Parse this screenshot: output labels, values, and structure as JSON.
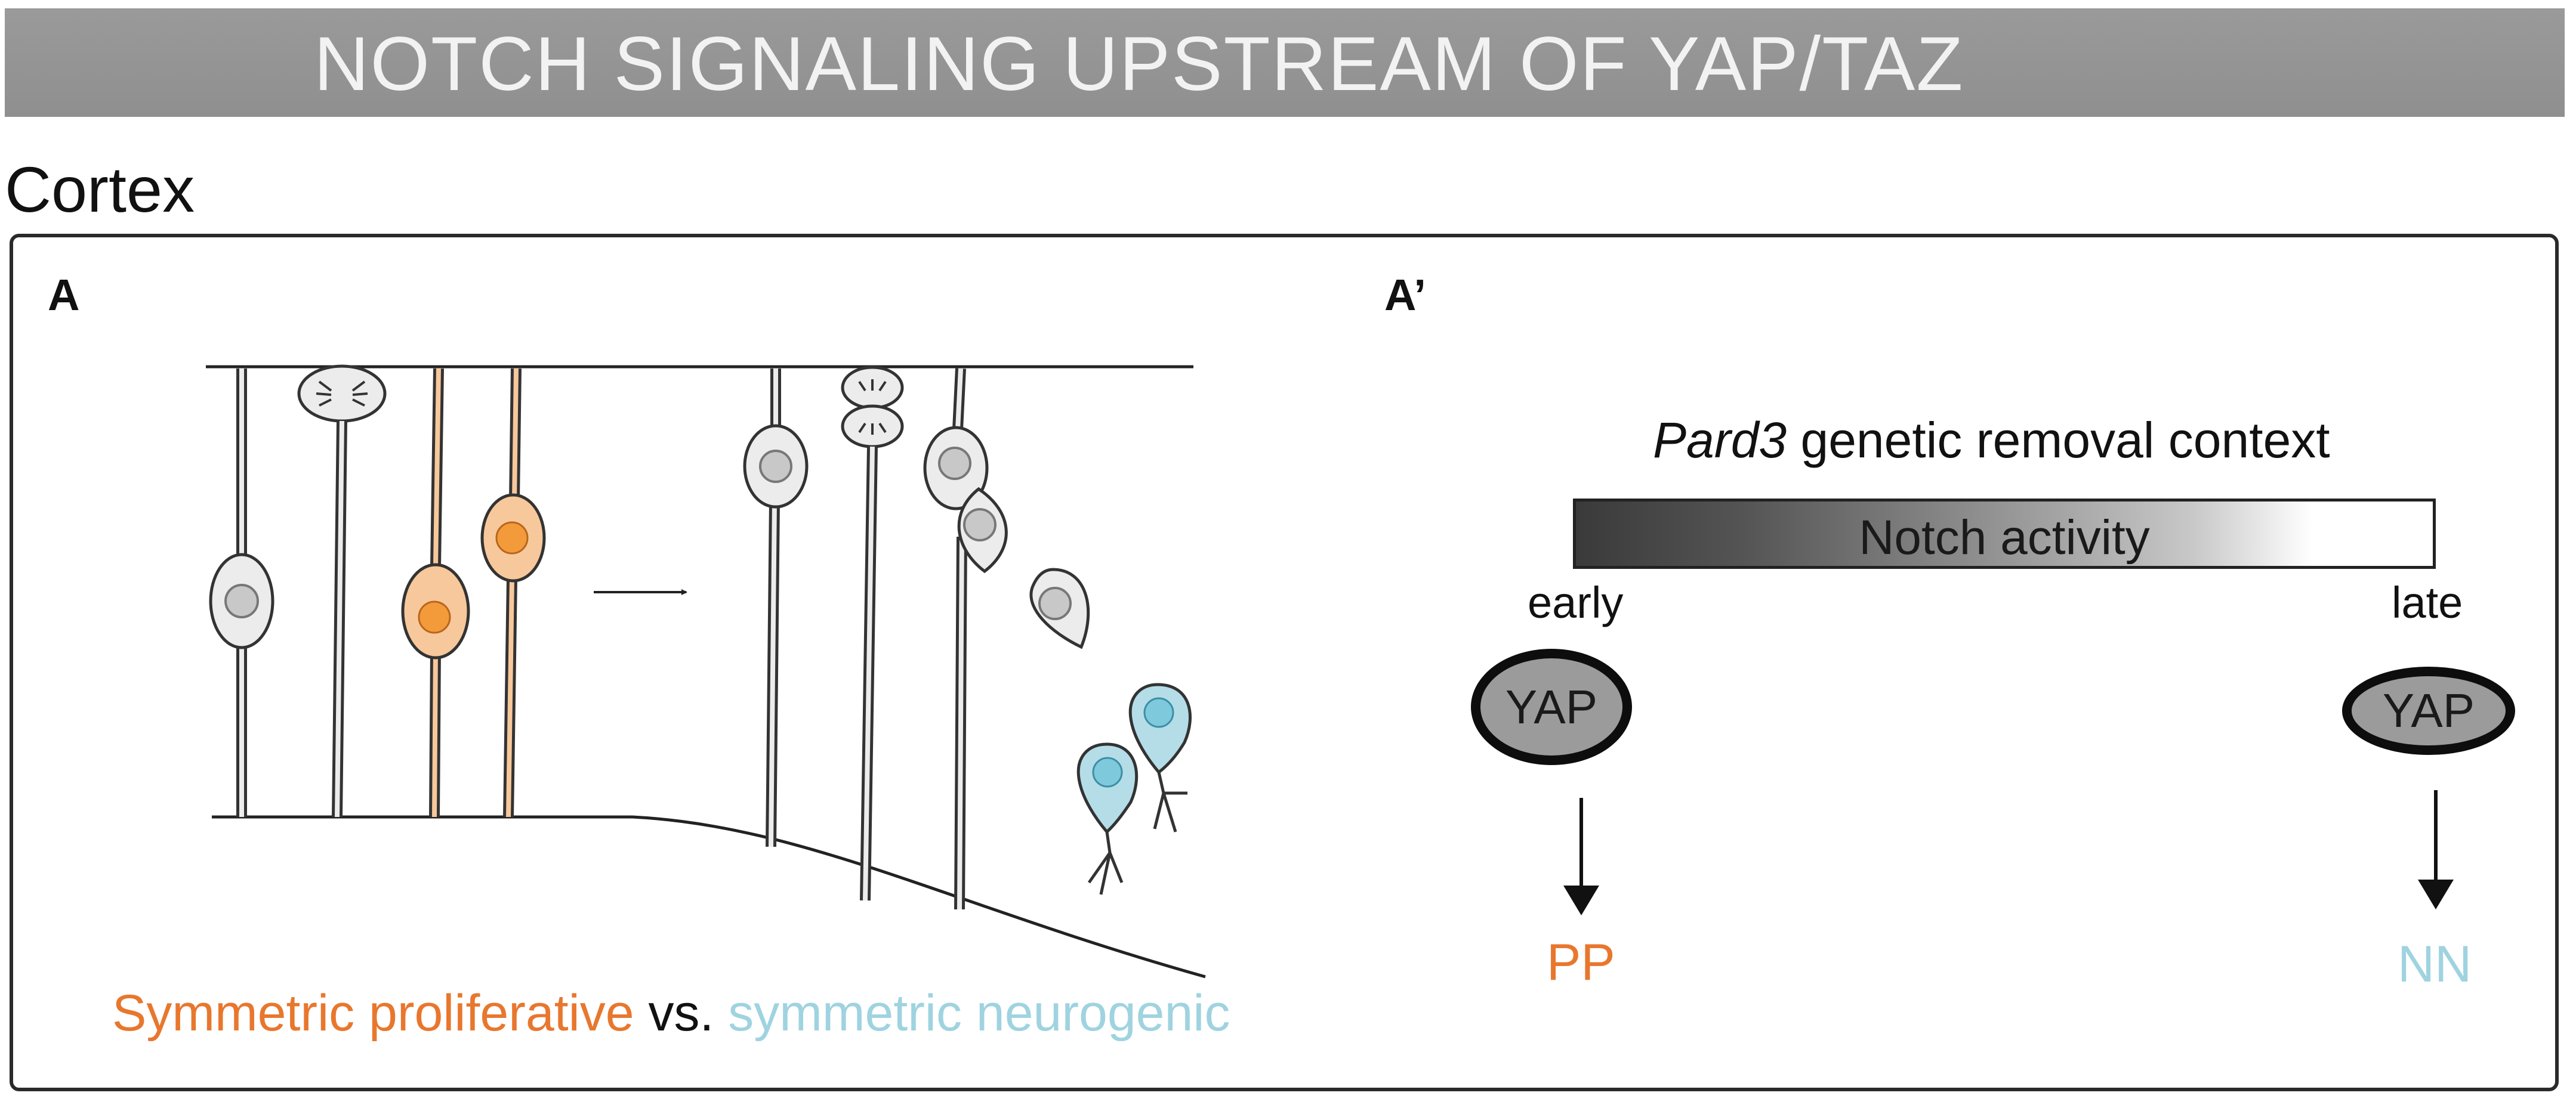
{
  "banner": {
    "title": "NOTCH SIGNALING UPSTREAM OF YAP/TAZ"
  },
  "section": {
    "title": "Cortex"
  },
  "panel_a": {
    "label": "A",
    "caption": {
      "proliferative": "Symmetric proliferative",
      "vs": "vs.",
      "neurogenic": "symmetric neurogenic"
    }
  },
  "panel_a_prime": {
    "label": "A’",
    "context": {
      "gene": "Pard3",
      "rest": " genetic removal context"
    },
    "bar_label": "Notch activity",
    "early_label": "early",
    "late_label": "late",
    "yap_early": "YAP",
    "yap_late": "YAP",
    "outcome_early": "PP",
    "outcome_late": "NN"
  },
  "colors": {
    "banner": "#959595",
    "proliferative": "#e8772e",
    "neurogenic": "#9fd3e0",
    "progenitor_gray": "#ececec",
    "yap_fill": "#9b9b9b"
  }
}
